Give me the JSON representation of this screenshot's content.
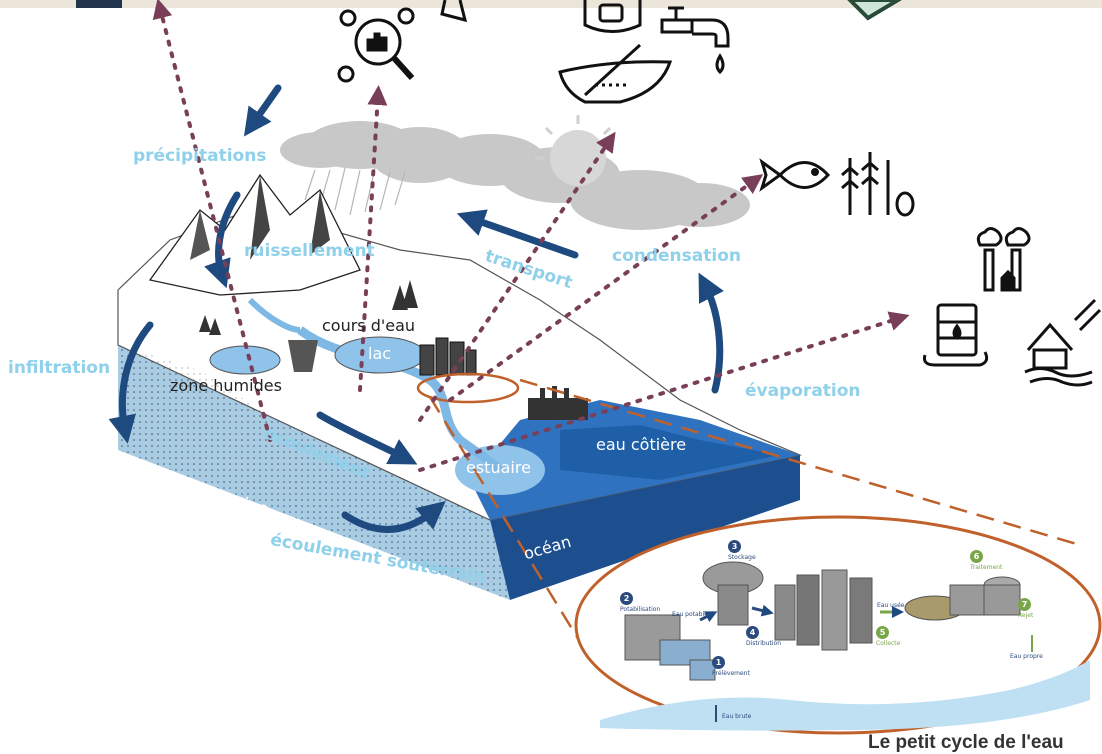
{
  "labels": {
    "precipitations": "précipitations",
    "ruissellement": "ruissellement",
    "transport": "transport",
    "condensation": "condensation",
    "infiltration": "infiltration",
    "evaporation": "évaporation",
    "cours_eau": "cours d'eau",
    "lac": "lac",
    "zone_humides": "zone humides",
    "ecoulement": "écoulement",
    "estuaire": "estuaire",
    "eau_cotiere": "eau côtière",
    "eau_souterraine": "eau souterraine",
    "ocean": "océan",
    "ecoulement_souterrain": "écoulement souterrain"
  },
  "small_cycle": {
    "caption": "Le petit cycle de l'eau",
    "steps": [
      {
        "num": "1",
        "label": "Prélèvement",
        "color": "#2c4a7c"
      },
      {
        "num": "2",
        "label": "Potabilisation",
        "color": "#2c4a7c"
      },
      {
        "num": "3",
        "label": "Stockage",
        "color": "#2c4a7c"
      },
      {
        "num": "4",
        "label": "Distribution",
        "color": "#2c4a7c"
      },
      {
        "num": "5",
        "label": "Collecte",
        "color": "#7aa64a"
      },
      {
        "num": "6",
        "label": "Traitement",
        "color": "#7aa64a"
      },
      {
        "num": "7",
        "label": "Rejet",
        "color": "#7aa64a"
      }
    ],
    "flows": {
      "eau_brute": "Eau brute",
      "eau_potable": "Eau potable",
      "eau_usee": "Eau usée",
      "eau_propre": "Eau propre"
    }
  },
  "icons": [
    "data-analysis-icon",
    "lab-flask-icon",
    "water-can-icon",
    "water-tap-icon",
    "no-boat-icon",
    "fish-icon",
    "crops-icon",
    "pollution-smoke-icon",
    "oil-barrel-icon",
    "flood-house-icon",
    "map-icon"
  ],
  "colors": {
    "water_label": "#8fd0ea",
    "arrow_blue": "#1f4a80",
    "dotted_arrow": "#7a3f58",
    "inset_border": "#c0612b",
    "ocean": "#1f5fa8"
  }
}
